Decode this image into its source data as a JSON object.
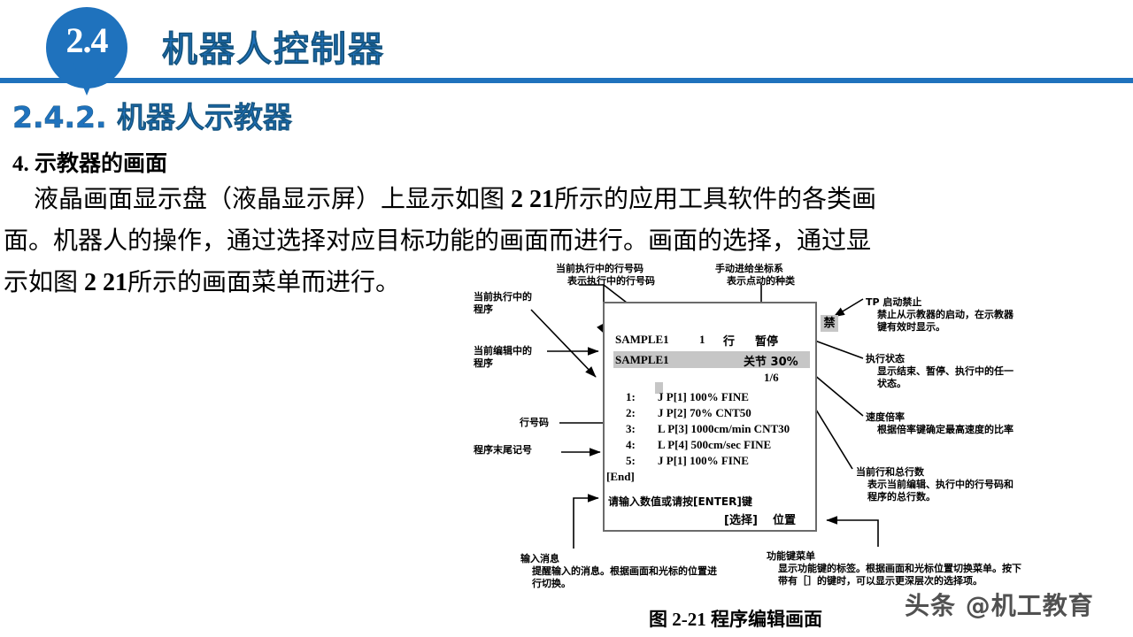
{
  "header": {
    "badge_number": "2.4",
    "title": "机器人控制器",
    "accent_color": "#1f72bd"
  },
  "subtitle": "2.4.2. 机器人示教器",
  "body": {
    "lead": "4. 示教器的画面",
    "line1_a": "液晶画面显示盘（液晶显示屏）上显示如图 ",
    "line1_b": "2 21",
    "line1_c": "所示的应用工具软件的各类画",
    "line2": "面。机器人的操作，通过选择对应目标功能的画面而进行。画面的选择，通过显",
    "line3_a": "示如图 ",
    "line3_b": "2 21",
    "line3_c": "所示的画面菜单而进行。"
  },
  "lcd": {
    "exec_program": "SAMPLE1",
    "exec_lineno": "1",
    "exec_line_unit": "行",
    "exec_status": "暂停",
    "edit_program": "SAMPLE1",
    "speed_override": "关节 30%",
    "line_counter": "1/6",
    "program_lines": [
      {
        "no": "1:",
        "instruction": "J P[1] 100% FINE"
      },
      {
        "no": "2:",
        "instruction": "J P[2] 70% CNT50"
      },
      {
        "no": "3:",
        "instruction": "L P[3] 1000cm/min CNT30"
      },
      {
        "no": "4:",
        "instruction": "L P[4] 500cm/sec FINE"
      },
      {
        "no": "5:",
        "instruction": "J P[1] 100% FINE"
      }
    ],
    "end_mark": "[End]",
    "prompt": "请输入数值或请按[ENTER]键",
    "fkey_1": "[选择]",
    "fkey_2": "位置",
    "tp_badge": "禁"
  },
  "annotations": {
    "exec_lineno": {
      "title": "当前执行中的行号码",
      "desc": "表示执行中的行号码"
    },
    "jog_coord": {
      "title": "手动进给坐标系",
      "desc": "表示点动的种类"
    },
    "exec_program": {
      "line1": "当前执行中的",
      "line2": "程序"
    },
    "edit_program": {
      "line1": "当前编辑中的",
      "line2": "程序"
    },
    "lineno": {
      "title": "行号码"
    },
    "end_mark": {
      "title": "程序末尾记号"
    },
    "tp_disable": {
      "title": "TP 启动禁止",
      "desc1": "禁止从示教器的启动，在示教器",
      "desc2": "键有效时显示。"
    },
    "exec_status": {
      "title": "执行状态",
      "desc1": "显示结束、暂停、执行中的任一",
      "desc2": "状态。"
    },
    "speed_override": {
      "title": "速度倍率",
      "desc1": "根据倍率键确定最高速度的比率"
    },
    "current_total": {
      "title": "当前行和总行数",
      "desc1": "表示当前编辑、执行中的行号码和",
      "desc2": "程序的总行数。"
    },
    "input_message": {
      "title": "输入消息",
      "desc1": "提醒输入的消息。根据画面和光标的位置进",
      "desc2": "行切换。"
    },
    "fkey_menu": {
      "title": "功能键菜单",
      "desc1": "显示功能键的标签。根据画面和光标位置切换菜单。按下",
      "desc2": "带有［］的键时，可以显示更深层次的选择项。"
    }
  },
  "figure_caption": "图 2-21  程序编辑画面",
  "watermark": "头条 @机工教育"
}
